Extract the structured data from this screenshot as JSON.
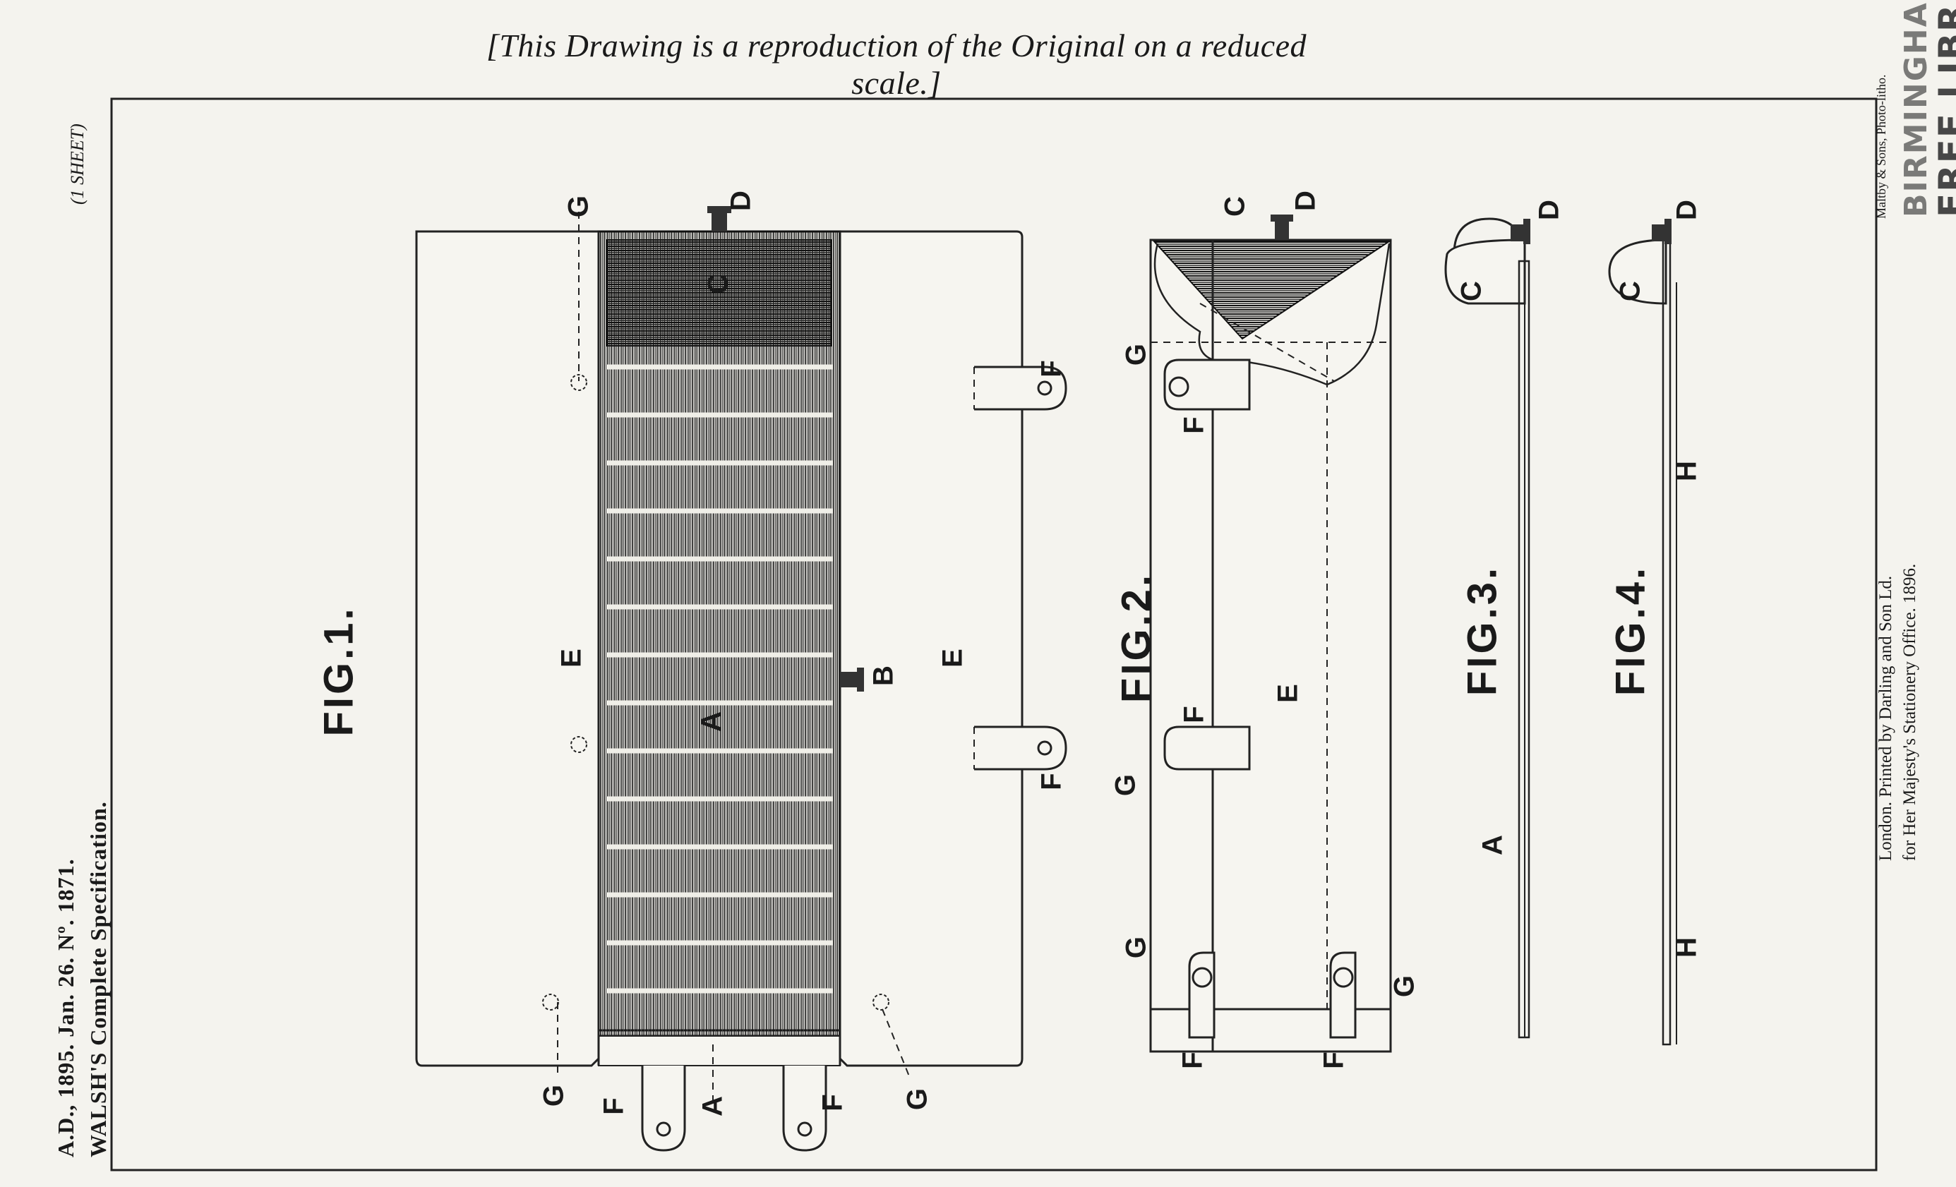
{
  "caption": "[This Drawing is a reproduction of the Original on a reduced scale.]",
  "sheet_note": "(1 SHEET)",
  "header": {
    "line1": "A.D., 1895. Jan. 26. Nº. 1871.",
    "line2": "WALSH'S Complete Specification."
  },
  "printer": {
    "line1": "London. Printed by Darling and Son Ld.",
    "line2": "for Her Majesty's Stationery Office. 1896."
  },
  "maltby": "Maltby & Sons, Photo-litho.",
  "library_stamp": {
    "line1": "BIRMINGHAM",
    "line2": "FREE LIBRARIES"
  },
  "figures": {
    "fig1": "FIG.1.",
    "fig2": "FIG.2.",
    "fig3": "FIG.3.",
    "fig4": "FIG.4."
  },
  "labels": {
    "A": "A",
    "B": "B",
    "C": "C",
    "D": "D",
    "E": "E",
    "F": "F",
    "G": "G",
    "H": "H"
  }
}
